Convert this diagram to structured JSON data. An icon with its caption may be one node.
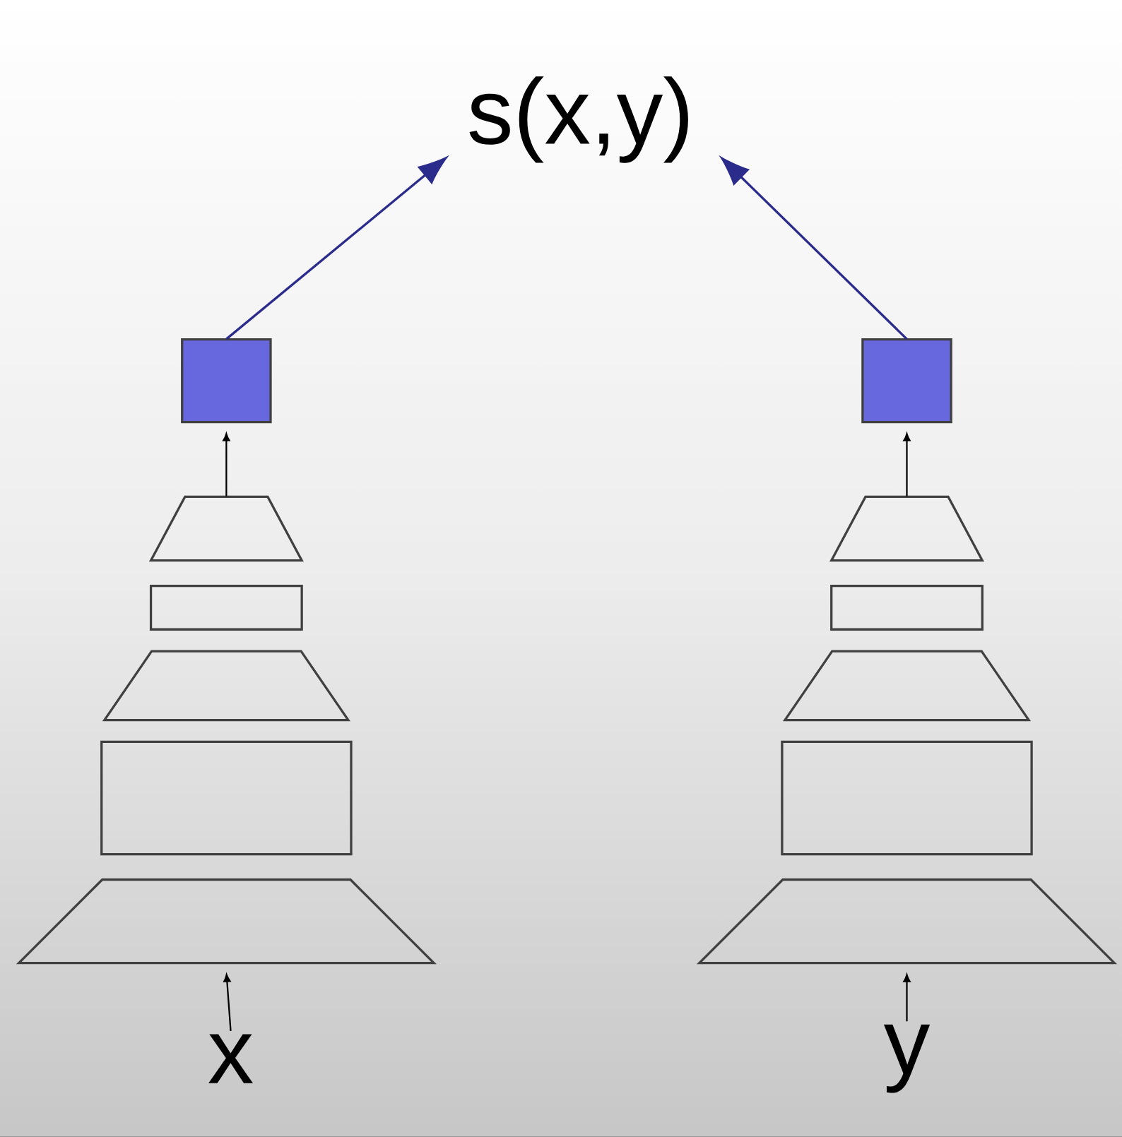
{
  "diagram": {
    "nodes": [
      {
        "text": [
          "s(x,y)"
        ]
      },
      {
        "text": [],
        "shape": "box"
      },
      {
        "text": [],
        "shape": "trapezoid"
      },
      {
        "text": [],
        "shape": "box"
      },
      {
        "text": [],
        "shape": "trapezoid"
      },
      {
        "text": [],
        "shape": "box"
      },
      {
        "text": [],
        "shape": "trapezoid"
      },
      {
        "text": [
          "x"
        ]
      },
      {
        "text": [],
        "shape": "box"
      },
      {
        "text": [],
        "shape": "trapezoid"
      },
      {
        "text": [],
        "shape": "box"
      },
      {
        "text": [],
        "shape": "trapezoid"
      },
      {
        "text": [],
        "shape": "box"
      },
      {
        "text": [],
        "shape": "trapezoid"
      },
      {
        "text": [
          "y"
        ]
      }
    ],
    "edges": [
      {
        "from": 1,
        "to": 0,
        "arrow": "to",
        "color": "#2b2b8c"
      },
      {
        "from": 8,
        "to": 0,
        "arrow": "to",
        "color": "#2b2b8c"
      },
      {
        "from": 2,
        "to": 1,
        "arrow": "to"
      },
      {
        "from": 9,
        "to": 8,
        "arrow": "to"
      },
      {
        "from": 7,
        "to": 6,
        "arrow": "to"
      },
      {
        "from": 14,
        "to": 13,
        "arrow": "to"
      }
    ]
  }
}
